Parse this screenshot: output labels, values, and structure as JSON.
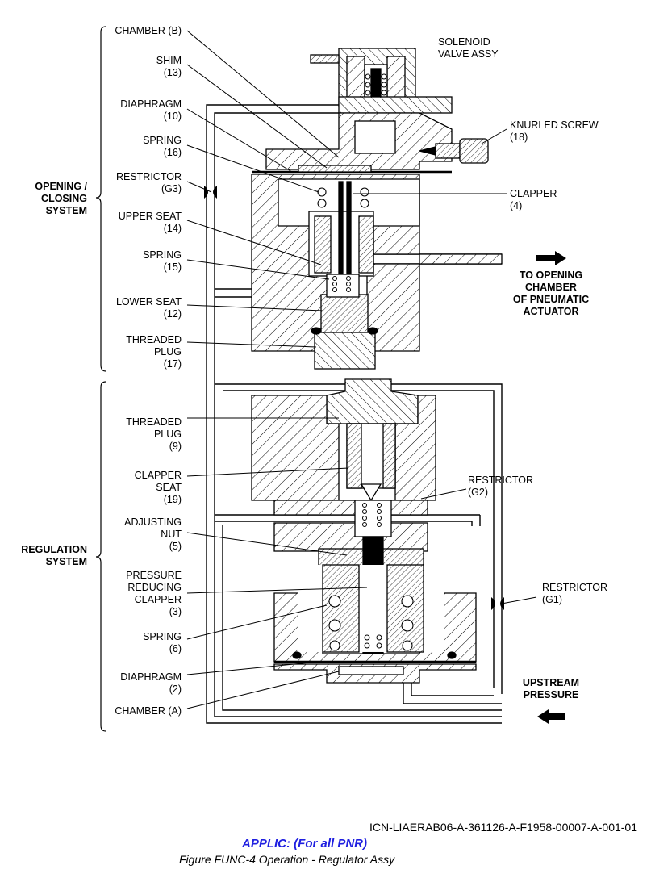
{
  "labels": {
    "chamber_b": [
      "CHAMBER (B)"
    ],
    "shim": [
      "SHIM",
      "(13)"
    ],
    "diaphragm_10": [
      "DIAPHRAGM",
      "(10)"
    ],
    "spring_16": [
      "SPRING",
      "(16)"
    ],
    "restrictor_g3": [
      "RESTRICTOR",
      "(G3)"
    ],
    "upper_seat": [
      "UPPER SEAT",
      "(14)"
    ],
    "spring_15": [
      "SPRING",
      "(15)"
    ],
    "lower_seat": [
      "LOWER SEAT",
      "(12)"
    ],
    "threaded_plug_17": [
      "THREADED",
      "PLUG",
      "(17)"
    ],
    "threaded_plug_9": [
      "THREADED",
      "PLUG",
      "(9)"
    ],
    "clapper_seat": [
      "CLAPPER",
      "SEAT",
      "(19)"
    ],
    "adjusting_nut": [
      "ADJUSTING",
      "NUT",
      "(5)"
    ],
    "pressure_reducing_clapper": [
      "PRESSURE",
      "REDUCING",
      "CLAPPER",
      "(3)"
    ],
    "spring_6": [
      "SPRING",
      "(6)"
    ],
    "diaphragm_2": [
      "DIAPHRAGM",
      "(2)"
    ],
    "chamber_a": [
      "CHAMBER (A)"
    ],
    "solenoid_valve": [
      "SOLENOID",
      "VALVE ASSY"
    ],
    "knurled_screw": [
      "KNURLED SCREW",
      "(18)"
    ],
    "clapper_4": [
      "CLAPPER",
      "(4)"
    ],
    "restrictor_g2": [
      "RESTRICTOR",
      "(G2)"
    ],
    "restrictor_g1": [
      "RESTRICTOR",
      "(G1)"
    ],
    "opening_closing_system": [
      "OPENING /",
      "CLOSING",
      "SYSTEM"
    ],
    "regulation_system": [
      "REGULATION",
      "SYSTEM"
    ],
    "to_opening_chamber": [
      "TO OPENING",
      "CHAMBER",
      "OF PNEUMATIC",
      "ACTUATOR"
    ],
    "upstream_pressure": [
      "UPSTREAM",
      "PRESSURE"
    ]
  },
  "footer": {
    "icn": "ICN-LIAERAB06-A-361126-A-F1958-00007-A-001-01",
    "applic": "APPLIC: (For all PNR)",
    "caption": "Figure FUNC-4    Operation - Regulator Assy"
  },
  "colors": {
    "applic": "#1f1fe0",
    "line": "#000000"
  }
}
